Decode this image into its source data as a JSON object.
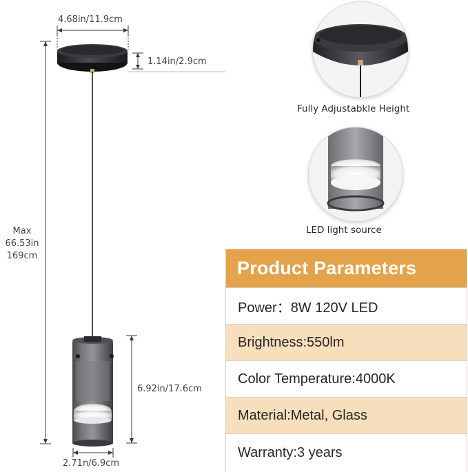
{
  "dimensions": {
    "canopy_width": "4.68in/11.9cm",
    "canopy_height": "1.14in/2.9cm",
    "max_height_line1": "Max",
    "max_height_line2": "66.53in",
    "max_height_line3": "169cm",
    "shade_height": "6.92in/17.6cm",
    "shade_width": "2.71n/6.9cm"
  },
  "callouts": {
    "top_caption": "Fully Adjustabkle Height",
    "bottom_caption": "LED light source"
  },
  "parameters": {
    "title": "Product Parameters",
    "rows": [
      {
        "text": "Power：8W 120V LED"
      },
      {
        "text": "Brightness:550lm"
      },
      {
        "text": "Color Temperature:4000K"
      },
      {
        "text": "Material:Metal, Glass"
      },
      {
        "text": "Warranty:3 years"
      }
    ]
  },
  "colors": {
    "header_bg": "#e4a24a",
    "row_alt_bg": "#f7dfbd",
    "row_plain_bg": "#ffffff",
    "fixture_metal": "#2b2b2e"
  }
}
